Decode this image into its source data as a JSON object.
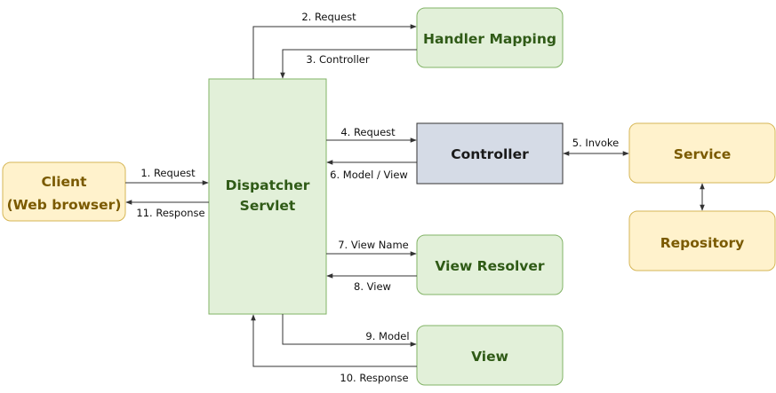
{
  "nodes": {
    "client_line1": "Client",
    "client_line2": "(Web browser)",
    "dispatcher_line1": "Dispatcher",
    "dispatcher_line2": "Servlet",
    "handler_mapping": "Handler Mapping",
    "controller": "Controller",
    "service": "Service",
    "repository": "Repository",
    "view_resolver": "View Resolver",
    "view": "View"
  },
  "edges": {
    "e1": "1. Request",
    "e2": "2. Request",
    "e3": "3. Controller",
    "e4": "4. Request",
    "e5": "5. Invoke",
    "e6": "6. Model / View",
    "e7": "7. View Name",
    "e8": "8. View",
    "e9": "9. Model",
    "e10": "10. Response",
    "e11": "11. Response"
  },
  "colors": {
    "green_fill": "#e2f0d9",
    "green_stroke": "#82b366",
    "yellow_fill": "#fff2cc",
    "yellow_stroke": "#d6b656",
    "blue_fill": "#d5dbe6",
    "blue_stroke": "#333333"
  }
}
